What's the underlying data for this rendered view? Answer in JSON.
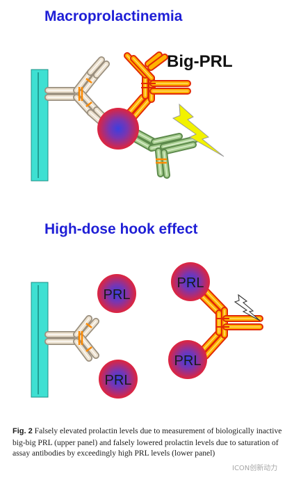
{
  "upper_panel": {
    "title": "Macroprolactinemia",
    "molecule_label": "Big-PRL"
  },
  "lower_panel": {
    "title": "High-dose hook effect",
    "antigen_label": "PRL"
  },
  "caption": {
    "fig_label": "Fig. 2",
    "text": "Falsely elevated prolactin levels due to measurement of biologically inactive big-big PRL (upper panel) and falsely lowered prolactin levels due to saturation of assay antibodies by exceedingly high PRL levels (lower panel)"
  },
  "watermark": "ICON创新动力",
  "colors": {
    "heading": "#1f1fd6",
    "solid_phase": "#3ee0d2",
    "capture_antibody": "#e6d9c4",
    "bridge_antibody": "#f08a00",
    "second_antibody": "#8fb879",
    "antigen_outer": "#e0243c",
    "antigen_inner": "#3b3fe0",
    "signal": "#f2f200"
  },
  "icons": [
    "solid-phase-bar",
    "capture-antibody",
    "antigen-sphere",
    "detection-antibody",
    "lightning-signal-icon"
  ]
}
